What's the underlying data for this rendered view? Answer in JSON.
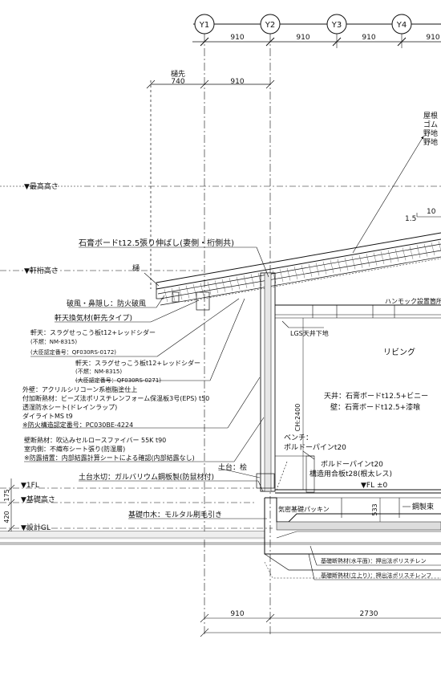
{
  "grid": {
    "axes": [
      "Y1",
      "Y2",
      "Y3",
      "Y4"
    ],
    "spans_top": [
      "910",
      "910",
      "910",
      "910"
    ]
  },
  "eaves": {
    "label": "樋先",
    "dim_740": "740",
    "dim_910": "910"
  },
  "levels": {
    "max_height": "▼最高高さ",
    "eave_height": "▼軒桁高さ",
    "fl1": "▼1FL",
    "foundation_height": "▼基礎高さ",
    "design_gl": "▼設計GL",
    "fl_zero": "▼FL ±0"
  },
  "side_dims": {
    "d175": "175",
    "d420": "420",
    "d533": "533",
    "ch": "CH:2400"
  },
  "bottom_dims": {
    "left": "910",
    "right": "2730"
  },
  "roof": {
    "lines": [
      "屋根",
      "ゴム",
      "野地",
      "野地"
    ],
    "slope_a": "1.5",
    "slope_b": "10"
  },
  "notes": {
    "gypsum_extend": "石膏ボードt12.5張り伸ばし(妻側・桁側共)",
    "gutter": "樋",
    "fascia": "破風・鼻隠し：防火破風",
    "soffit_vent": "軒天換気材(軒先タイプ)",
    "soffit1": [
      "軒天：スラグせっこう板t12+レッドシダー",
      "(不燃：NM-8315)",
      "(大臣認定番号：QF030RS-0172)"
    ],
    "soffit2": [
      "軒天：スラグせっこう板t12+レッドシダー",
      "(不燃：NM-8315)",
      "(大臣認定番号：QF030RS-0271)"
    ],
    "outer_wall": [
      "外壁：アクリルシリコーン系樹脂塗仕上",
      "付加断熱材：ビーズ法ポリスチレンフォーム保温板3号(EPS) t50",
      "透湿防水シート(ドレインラップ)",
      "ダイライトMS t9",
      "※防火構造認定番号：PC030BE-4224"
    ],
    "wall_insul": [
      "壁断熱材：吹込みセルロースファイバー 55K t90",
      "室内側：不織布シート張り(防湿層)",
      "※防露措置：内部結露計算シートによる確認(内部結露なし)"
    ],
    "sill": "土台：桧",
    "sill_flashing": "土台水切：ガルバリウム鋼板製(防鼠材付)",
    "base_trim": "基礎巾木：モルタル刷毛引き",
    "hammock": "ハンモック設置箇所",
    "lgs": "LGS天井下地",
    "room": "リビング",
    "ceiling": "天井：石膏ボードt12.5+ビニー",
    "wall_finish": "壁：石膏ボードt12.5+漆喰",
    "bench": [
      "ベンチ：",
      "ボルドーパインt20"
    ],
    "floor": [
      "ボルドーパインt20",
      "構造用合板t28(根太レス)"
    ],
    "airtight": "気密基礎パッキン",
    "steel_post": "鋼製束",
    "found_insul_h": "基礎断熱材(水平面)：押出法ポリスチレン",
    "found_insul_v": "基礎断熱材(立上り)：押出法ポリスチレンフ"
  },
  "colors": {
    "line": "#111111",
    "accent": "#ffffff"
  }
}
